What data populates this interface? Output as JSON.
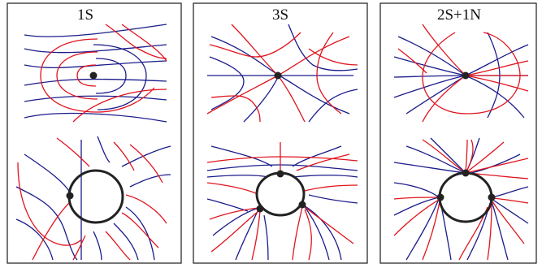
{
  "panels": [
    {
      "label": "1S"
    },
    {
      "label": "3S"
    },
    {
      "label": "2S+1N"
    }
  ],
  "colors": {
    "blue": "#1b1b8c",
    "red": "#e0141e",
    "dot": "#222222",
    "frame": "#1a1a1a"
  }
}
